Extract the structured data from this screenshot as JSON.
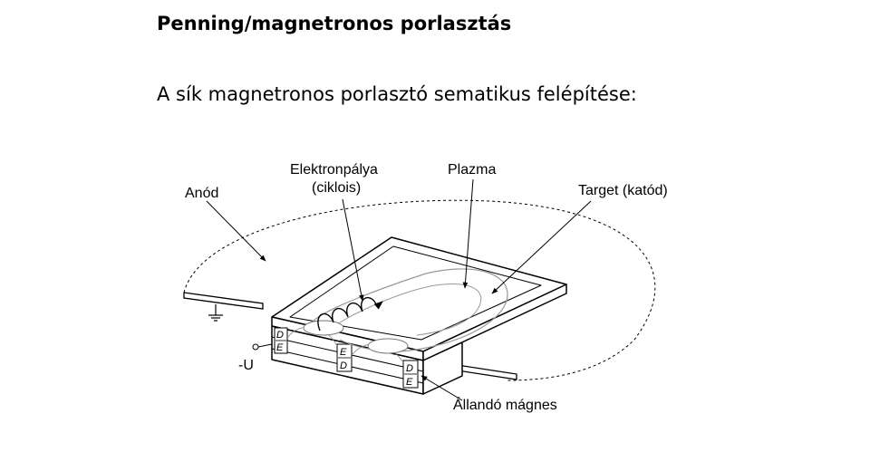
{
  "slide": {
    "title": "Penning/magnetronos porlasztás",
    "subtitle": "A sík magnetronos porlasztó sematikus felépítése:"
  },
  "diagram": {
    "labels": {
      "anode": "Anód",
      "electron_path_line1": "Elektronpálya",
      "electron_path_line2": "(ciklois)",
      "plasma": "Plazma",
      "target": "Target (katód)",
      "voltage": "-U",
      "magnet": "Állandó mágnes"
    },
    "magnet_pole_marks": {
      "left": [
        "D",
        "E"
      ],
      "middle": [
        "E",
        "D"
      ],
      "right": [
        "D",
        "E"
      ]
    }
  }
}
